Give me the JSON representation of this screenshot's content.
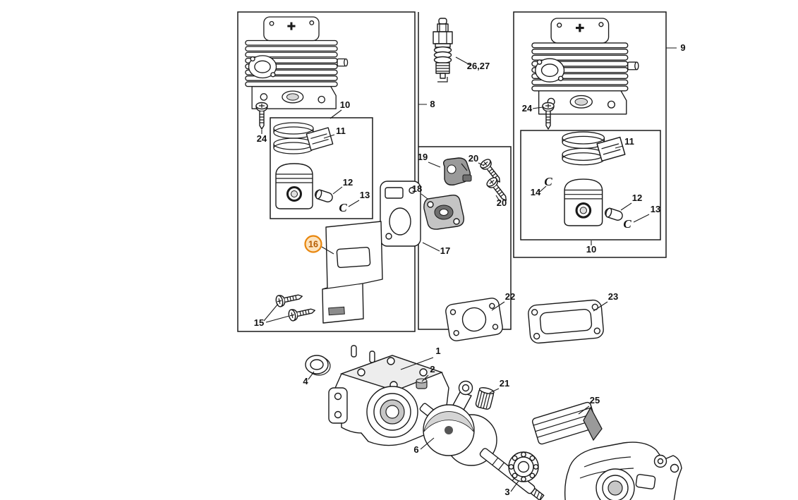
{
  "diagram": {
    "title": "Exploded parts diagram - cylinder, piston and crankcase assembly",
    "background_color": "#ffffff",
    "line_color": "#1a1a1a",
    "highlight": {
      "part_number": "16",
      "circle_fill": "#fde3bd",
      "circle_stroke": "#e8860d",
      "text_color": "#b45a00"
    },
    "callouts": [
      {
        "id": "24-left",
        "text": "24"
      },
      {
        "id": "10-left",
        "text": "10"
      },
      {
        "id": "11-left",
        "text": "11"
      },
      {
        "id": "12-left",
        "text": "12"
      },
      {
        "id": "13-left",
        "text": "13"
      },
      {
        "id": "26-27",
        "text": "26,27"
      },
      {
        "id": "8",
        "text": "8"
      },
      {
        "id": "9",
        "text": "9"
      },
      {
        "id": "24-right",
        "text": "24"
      },
      {
        "id": "11-right",
        "text": "11"
      },
      {
        "id": "14",
        "text": "14"
      },
      {
        "id": "12-right",
        "text": "12"
      },
      {
        "id": "13-right",
        "text": "13"
      },
      {
        "id": "10-right",
        "text": "10"
      },
      {
        "id": "19",
        "text": "19"
      },
      {
        "id": "20-upper",
        "text": "20"
      },
      {
        "id": "18",
        "text": "18"
      },
      {
        "id": "20-lower",
        "text": "20"
      },
      {
        "id": "17",
        "text": "17"
      },
      {
        "id": "16",
        "text": "16"
      },
      {
        "id": "15",
        "text": "15"
      },
      {
        "id": "22",
        "text": "22"
      },
      {
        "id": "23",
        "text": "23"
      },
      {
        "id": "1",
        "text": "1"
      },
      {
        "id": "2",
        "text": "2"
      },
      {
        "id": "4",
        "text": "4"
      },
      {
        "id": "21",
        "text": "21"
      },
      {
        "id": "6",
        "text": "6"
      },
      {
        "id": "25",
        "text": "25"
      },
      {
        "id": "3",
        "text": "3"
      }
    ],
    "circlip_symbols": [
      {
        "id": "clip-left",
        "text": "C"
      },
      {
        "id": "clip-right-upper",
        "text": "C"
      },
      {
        "id": "clip-right-lower",
        "text": "C"
      }
    ]
  }
}
